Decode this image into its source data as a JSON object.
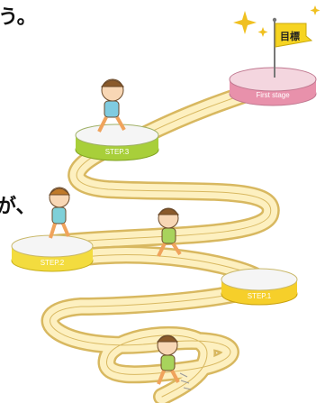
{
  "fragments": {
    "top_left": "う。",
    "mid_left": "が、"
  },
  "goal_flag": {
    "label": "目標"
  },
  "platforms": {
    "first_stage": "First stage",
    "step3": "STEP.3",
    "step2": "STEP.2",
    "step1": "STEP.1"
  },
  "colors": {
    "path_fill": "#fdf0c0",
    "path_stroke": "#d8b860",
    "first_stage_top": "#f4d6df",
    "first_stage_side": "#e891ab",
    "step3_side": "#a8cf3a",
    "step2_side": "#f3dc3f",
    "step1_side": "#f6cf2a",
    "platform_top": "#f5f5f5",
    "flag": "#f6d422"
  }
}
